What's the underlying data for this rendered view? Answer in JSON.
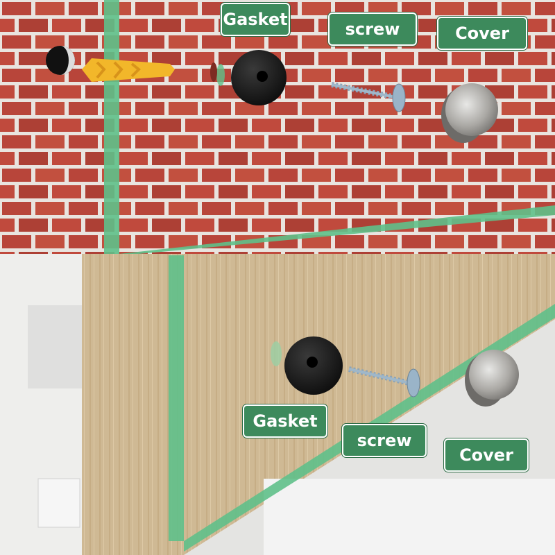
{
  "colors": {
    "label_bg": "#3d8a5c",
    "glass_edge": "#5fc08a",
    "brick": "#b8453a",
    "mortar": "#e9e4df",
    "wood": "#cdb690"
  },
  "top_panel": {
    "labels": {
      "gasket": "Gasket",
      "screw": "screw",
      "cover": "Cover"
    }
  },
  "bottom_panel": {
    "labels": {
      "gasket": "Gasket",
      "screw": "screw",
      "cover": "Cover"
    }
  }
}
